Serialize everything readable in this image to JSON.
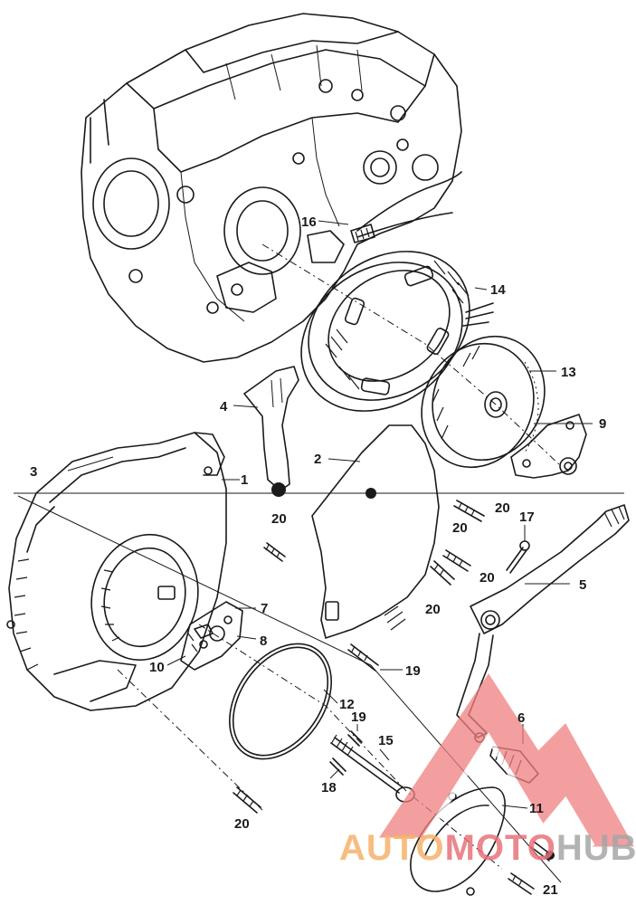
{
  "callouts": [
    {
      "id": "callout-1",
      "text": "1"
    },
    {
      "id": "callout-2",
      "text": "2"
    },
    {
      "id": "callout-3",
      "text": "3"
    },
    {
      "id": "callout-4",
      "text": "4"
    },
    {
      "id": "callout-5",
      "text": "5"
    },
    {
      "id": "callout-6",
      "text": "6"
    },
    {
      "id": "callout-7",
      "text": "7"
    },
    {
      "id": "callout-8",
      "text": "8"
    },
    {
      "id": "callout-9",
      "text": "9"
    },
    {
      "id": "callout-10",
      "text": "10"
    },
    {
      "id": "callout-11",
      "text": "11"
    },
    {
      "id": "callout-12",
      "text": "12"
    },
    {
      "id": "callout-13",
      "text": "13"
    },
    {
      "id": "callout-14",
      "text": "14"
    },
    {
      "id": "callout-15",
      "text": "15"
    },
    {
      "id": "callout-16",
      "text": "16"
    },
    {
      "id": "callout-17",
      "text": "17"
    },
    {
      "id": "callout-18",
      "text": "18"
    },
    {
      "id": "callout-19a",
      "text": "19"
    },
    {
      "id": "callout-19b",
      "text": "19"
    },
    {
      "id": "callout-20a",
      "text": "20"
    },
    {
      "id": "callout-20b",
      "text": "20"
    },
    {
      "id": "callout-20c",
      "text": "20"
    },
    {
      "id": "callout-20d",
      "text": "20"
    },
    {
      "id": "callout-20e",
      "text": "20"
    },
    {
      "id": "callout-20f",
      "text": "20"
    },
    {
      "id": "callout-21",
      "text": "21"
    }
  ],
  "watermark": {
    "part1": "AUTO",
    "part2": "MOTO",
    "part3": "HUB",
    "color_orange": "#f6b26b",
    "color_red": "#e8737a",
    "color_gray": "#a6a6a6"
  },
  "colors": {
    "ink": "#1a1a1a",
    "background": "#ffffff",
    "triangle": "#f08080"
  }
}
